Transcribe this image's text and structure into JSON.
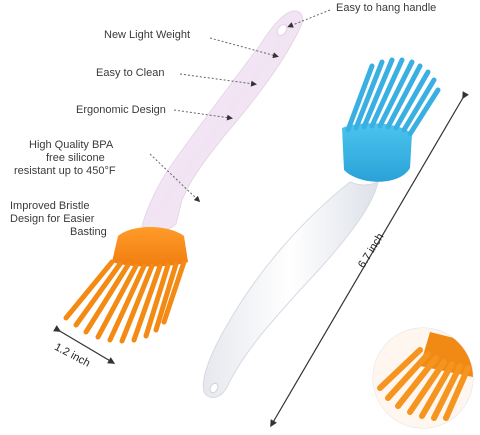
{
  "callouts": {
    "hang_handle": "Easy to hang handle",
    "light_weight": "New Light Weight",
    "easy_clean": "Easy to Clean",
    "ergonomic": "Ergonomic Design",
    "bpa_line1": "High Quality BPA",
    "bpa_line2": "free silicone",
    "bpa_line3": "resistant up to 450°F",
    "bristle_line1": "Improved Bristle",
    "bristle_line2": "Design for Easier",
    "bristle_line3": "Basting"
  },
  "dimensions": {
    "width": "1.2 inch",
    "length": "6.7 inch"
  },
  "colors": {
    "orange_bristles": "#f5901e",
    "blue_bristles": "#3eb6e4",
    "handle": "#f4f4f8"
  }
}
